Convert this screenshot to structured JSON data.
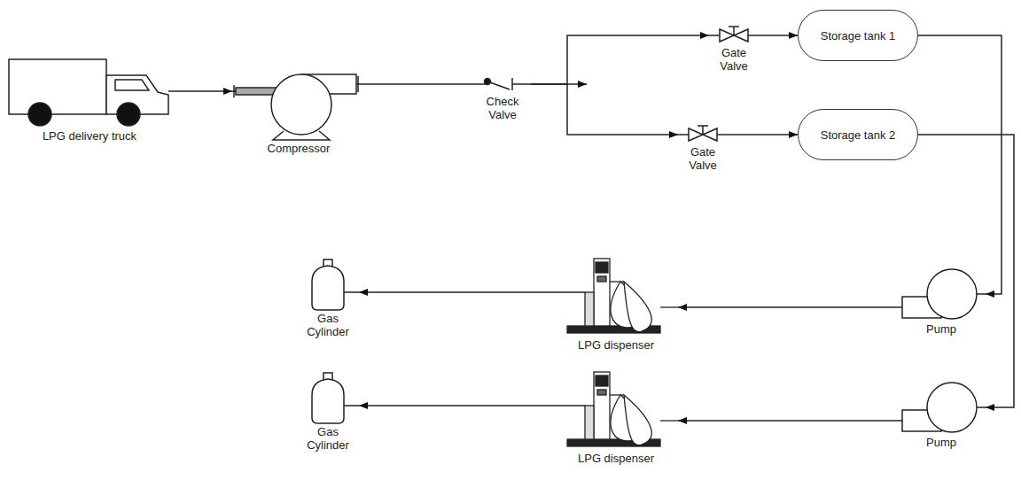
{
  "diagram": {
    "nodes": [
      {
        "text": [
          "LPG delivery truck"
        ]
      },
      {
        "text": [
          "Compressor"
        ]
      },
      {
        "text": [
          "Check Valve"
        ]
      },
      {
        "text": [
          "Gate Valve"
        ]
      },
      {
        "text": [
          "Storage tank 1"
        ]
      },
      {
        "text": [
          "Gate Valve"
        ]
      },
      {
        "text": [
          "Storage tank 2"
        ]
      },
      {
        "text": [
          "Gas Cylinder"
        ]
      },
      {
        "text": [
          "LPG dispenser"
        ]
      },
      {
        "text": [
          "Pump"
        ]
      },
      {
        "text": [
          "Gas Cylinder"
        ]
      },
      {
        "text": [
          "LPG dispenser"
        ]
      },
      {
        "text": [
          "Pump"
        ]
      }
    ],
    "edges": [
      {
        "from": 0,
        "to": 1,
        "arrow": "to"
      },
      {
        "from": 1,
        "to": 2,
        "arrow": "none"
      },
      {
        "from": 2,
        "to": 3,
        "arrow": "to"
      },
      {
        "from": 2,
        "to": 5,
        "arrow": "to"
      },
      {
        "from": 3,
        "to": 4,
        "arrow": "to"
      },
      {
        "from": 5,
        "to": 6,
        "arrow": "to"
      },
      {
        "from": 4,
        "to": 9,
        "arrow": "to"
      },
      {
        "from": 6,
        "to": 12,
        "arrow": "to"
      },
      {
        "from": 9,
        "to": 8,
        "arrow": "to"
      },
      {
        "from": 8,
        "to": 7,
        "arrow": "to"
      },
      {
        "from": 12,
        "to": 11,
        "arrow": "to"
      },
      {
        "from": 11,
        "to": 10,
        "arrow": "to"
      }
    ]
  }
}
